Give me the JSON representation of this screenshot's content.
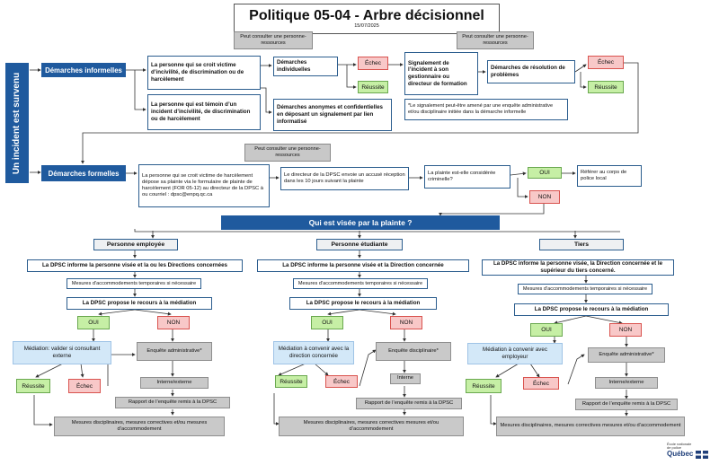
{
  "header": {
    "title": "Politique 05-04 - Arbre décisionnel",
    "date": "15/07/2025"
  },
  "side_label": "Un incident est survenu",
  "informal": {
    "label": "Démarches informelles",
    "victim": "La personne qui se croit victime d’incivilité, de discrimination ou de harcèlement",
    "witness": "La personne qui est témoin d’un incident d’incivilité, de discrimination ou de harcèlement",
    "consult1": "Peut consulter une personne-ressources",
    "individual": "Démarches individuelles",
    "echec1": "Échec",
    "reussite1": "Réussite",
    "anonymous": "Démarches anonymes et confidentielles en déposant un signalement par lien informatisé",
    "report": "Signalement de l’incident à son gestionnaire ou directeur de formation",
    "consult2": "Peut consulter une personne-ressources",
    "resolution": "Démarches de résolution de problèmes",
    "echec2": "Échec",
    "reussite2": "Réussite",
    "footnote": "*Le signalement peut-être amené par une enquête administrative et/ou disciplinaire initiée dans la démarche informelle"
  },
  "formal": {
    "label": "Démarches formelles",
    "victim": "La personne qui se croit victime de harcèlement dépose sa plainte via le formulaire de plainte de harcèlement (FOR 05-12) au directeur de la DPSC à ou courriel : dpsc@enpq.qc.ca",
    "consult": "Peut consulter une personne-ressources",
    "acknowledge": "Le directeur de la DPSC envoie un accusé réception dans les 10 jours suivant la plainte",
    "criminal": "La plainte est-elle considérée criminelle?",
    "oui": "OUI",
    "non": "NON",
    "police": "Référer au corps de police local"
  },
  "question": "Qui est visée par la plainte ?",
  "columns": [
    {
      "head": "Personne employée",
      "inform": "La DPSC informe la personne visée et la ou les Directions concernées",
      "measures": "Mesures d’accommodements temporaires si nécessaire",
      "mediation_offer": "La DPSC propose le recours à la médiation",
      "oui": "OUI",
      "non": "NON",
      "mediation": "Médiation: valider si consultant externe",
      "inquiry": "Enquête administrative*",
      "reussite": "Réussite",
      "echec": "Échec",
      "internal": "Interne/externe",
      "report": "Rapport de l’enquête remis à la DPSC",
      "final": "Mesures disciplinaires, mesures correctives et/ou mesures d’accommodement"
    },
    {
      "head": "Personne étudiante",
      "inform": "La DPSC informe la personne visée et la Direction concernée",
      "measures": "Mesures d’accommodements temporaires si nécessaire",
      "mediation_offer": "La DPSC propose le recours à la médiation",
      "oui": "OUI",
      "non": "NON",
      "mediation": "Médiation à convenir avec la direction concernée",
      "inquiry": "Enquête disciplinaire*",
      "reussite": "Réussite",
      "echec": "Échec",
      "internal": "Interne",
      "report": "Rapport de l’enquête remis à la DPSC",
      "final": "Mesures disciplinaires, mesures correctives mesures et/ou d’accommodement"
    },
    {
      "head": "Tiers",
      "inform": "La DPSC informe la personne visée, la Direction concernée et le supérieur du tiers concerné.",
      "measures": "Mesures d’accommodements temporaires si nécessaire",
      "mediation_offer": "La DPSC propose le recours à la médiation",
      "oui": "OUI",
      "non": "NON",
      "mediation": "Médiation à convenir avec employeur",
      "inquiry": "Enquête administrative*",
      "reussite": "Réussite",
      "echec": "Échec",
      "internal": "Interne/externe",
      "report": "Rapport de l’enquête remis à la DPSC",
      "final": "Mesures disciplinaires, mesures correctives mesures et/ou d’accommodement"
    }
  ],
  "logo": {
    "line1": "École nationale",
    "line2": "de police",
    "name": "Québec"
  }
}
